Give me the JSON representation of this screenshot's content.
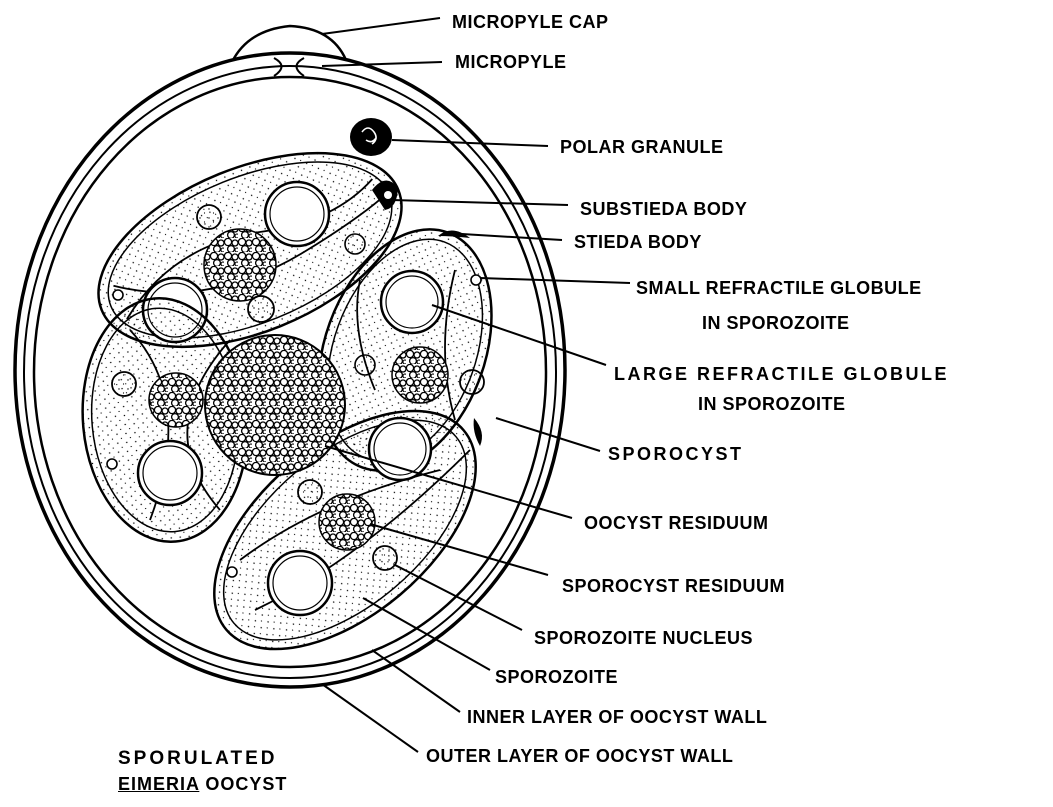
{
  "labels": {
    "micropyle_cap": "MICROPYLE CAP",
    "micropyle": "MICROPYLE",
    "polar_granule": "POLAR GRANULE",
    "substieda_body": "SUBSTIEDA BODY",
    "stieda_body": "STIEDA BODY",
    "small_refractile_1": "SMALL REFRACTILE GLOBULE",
    "small_refractile_2": "IN SPOROZOITE",
    "large_refractile_1": "LARGE REFRACTILE GLOBULE",
    "large_refractile_2": "IN SPOROZOITE",
    "sporocyst": "SPOROCYST",
    "oocyst_residuum": "OOCYST RESIDUUM",
    "sporocyst_residuum": "SPOROCYST RESIDUUM",
    "sporozoite_nucleus": "SPOROZOITE NUCLEUS",
    "sporozoite": "SPOROZOITE",
    "inner_layer": "INNER LAYER OF OOCYST WALL",
    "outer_layer": "OUTER LAYER OF OOCYST WALL"
  },
  "caption": {
    "line1": "SPORULATED",
    "line2_underlined": "EIMERIA",
    "line2_rest": " OOCYST"
  }
}
